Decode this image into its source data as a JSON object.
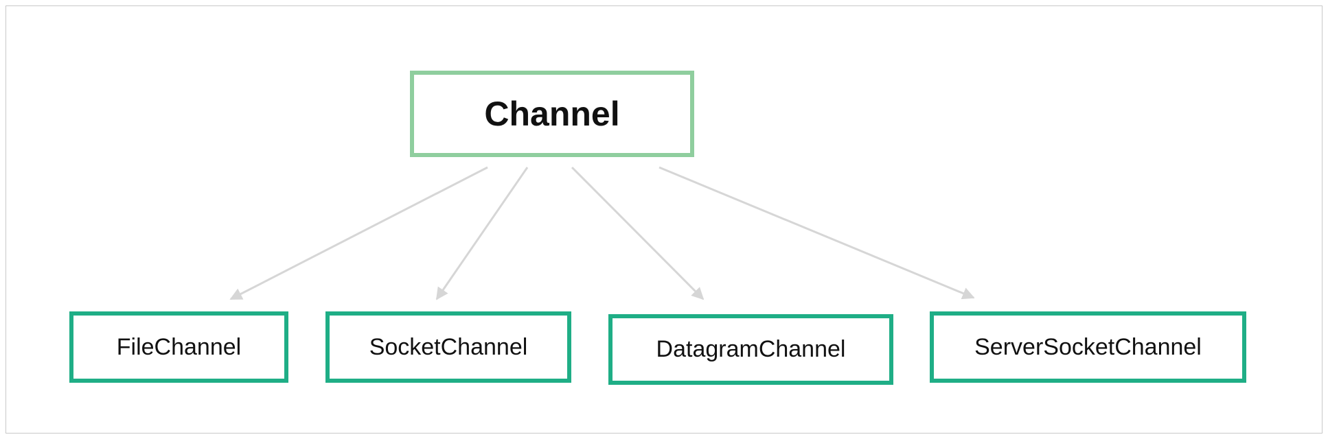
{
  "diagram": {
    "root": {
      "label": "Channel"
    },
    "children": [
      {
        "id": "file",
        "label": "FileChannel"
      },
      {
        "id": "socket",
        "label": "SocketChannel"
      },
      {
        "id": "datagram",
        "label": "DatagramChannel"
      },
      {
        "id": "server",
        "label": "ServerSocketChannel"
      }
    ],
    "edges": [
      {
        "from": "root",
        "to": "file"
      },
      {
        "from": "root",
        "to": "socket"
      },
      {
        "from": "root",
        "to": "datagram"
      },
      {
        "from": "root",
        "to": "server"
      }
    ],
    "colors": {
      "root_border": "#8fce9e",
      "child_border": "#1fae86",
      "edge": "#d6d6d6",
      "text": "#111111",
      "frame_border": "#c8c8c8"
    }
  }
}
